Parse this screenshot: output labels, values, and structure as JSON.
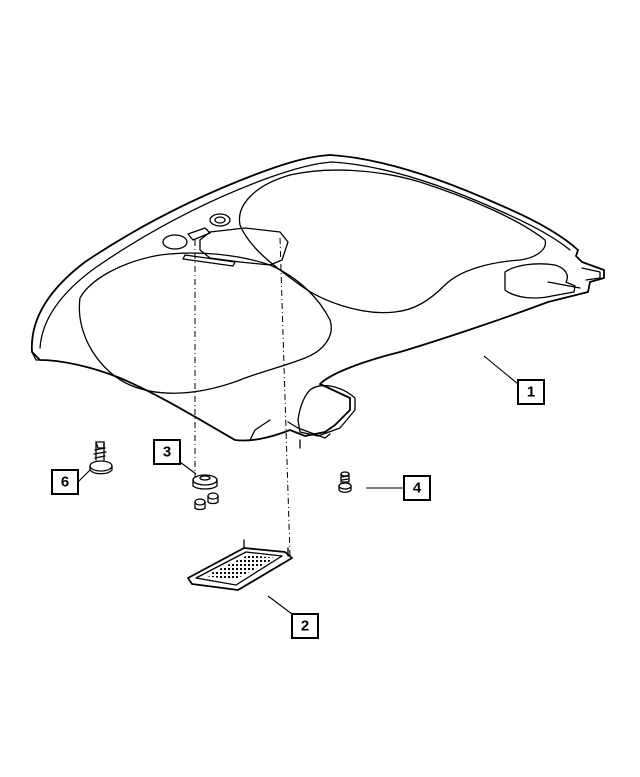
{
  "callouts": [
    {
      "id": "callout-1",
      "label": "1"
    },
    {
      "id": "callout-2",
      "label": "2"
    },
    {
      "id": "callout-3",
      "label": "3"
    },
    {
      "id": "callout-4",
      "label": "4"
    },
    {
      "id": "callout-6",
      "label": "6"
    }
  ],
  "colors": {
    "line": "#000000",
    "background": "#ffffff"
  }
}
